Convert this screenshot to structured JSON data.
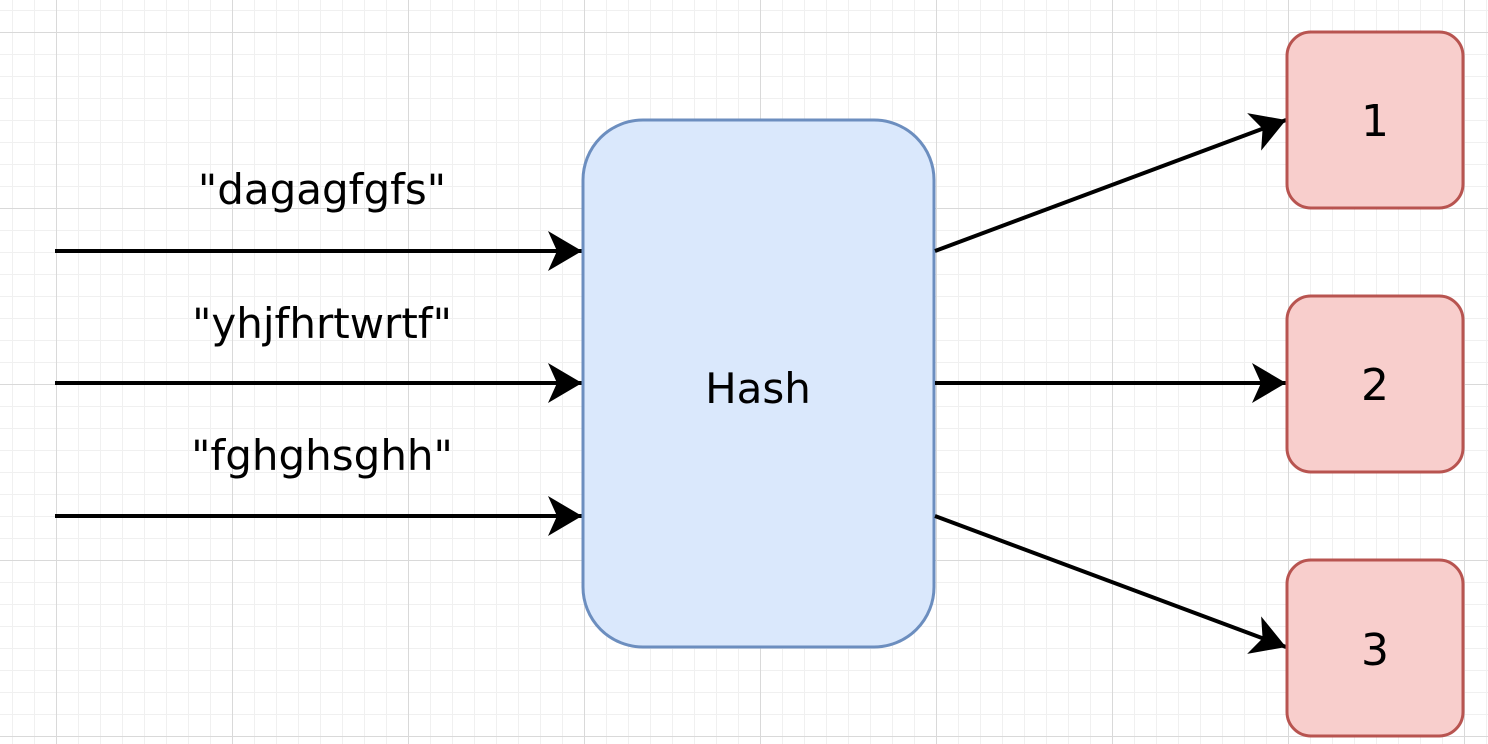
{
  "colors": {
    "hash_fill": "#dae8fc",
    "hash_stroke": "#6c8ebf",
    "bucket_fill": "#f8cecc",
    "bucket_stroke": "#b85450",
    "edge": "#000000"
  },
  "inputs": [
    {
      "label": "\"dagagfgfs\""
    },
    {
      "label": "\"yhjfhrtwrtf\""
    },
    {
      "label": "\"fghghsghh\""
    }
  ],
  "hash": {
    "label": "Hash"
  },
  "buckets": [
    {
      "label": "1"
    },
    {
      "label": "2"
    },
    {
      "label": "3"
    }
  ]
}
